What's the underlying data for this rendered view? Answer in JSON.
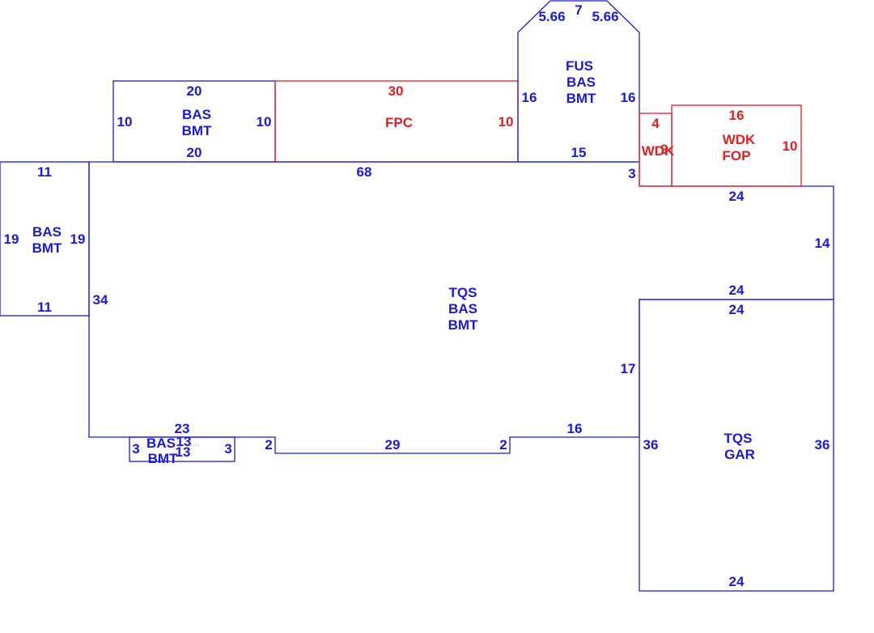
{
  "colors": {
    "structure": "#1a1ad6",
    "porch_deck": "#e02020",
    "background": "#ffffff"
  },
  "areas": {
    "main_body": [
      "TQS",
      "BAS",
      "BMT"
    ],
    "left_wing": [
      "BAS",
      "BMT"
    ],
    "top_left_box": [
      "BAS",
      "BMT"
    ],
    "porch": [
      "FPC"
    ],
    "top_right_tower": [
      "FUS",
      "BAS",
      "BMT"
    ],
    "garage": [
      "TQS",
      "GAR"
    ],
    "small_bump": [
      "BAS",
      "BMT"
    ],
    "wood_deck_large": [
      "WDK",
      "FOP"
    ],
    "wood_deck_small": [
      "WDK"
    ]
  },
  "dimensions": {
    "left_wing": {
      "top": "11",
      "bottom": "11",
      "left": "19",
      "right": "19"
    },
    "top_left_box": {
      "top": "20",
      "bottom": "20",
      "left": "10",
      "right": "10"
    },
    "porch": {
      "top": "30",
      "left": "10"
    },
    "tower": {
      "top": "7",
      "bevel_left": "5.66",
      "bevel_right": "5.66",
      "left": "16",
      "right": "16",
      "bottom": "15"
    },
    "main": {
      "top": "68",
      "left": "34",
      "step_right": "3",
      "top_right_ext": "24",
      "right_ext": "14",
      "ext_bottom": "24",
      "inner_right": "17",
      "bottom_right": "16",
      "notch_right": "2",
      "notch_bottom": "29",
      "notch_left": "2",
      "bottom_left": "23"
    },
    "garage": {
      "top": "24",
      "left": "36",
      "right": "36",
      "bottom": "24"
    },
    "bump": {
      "top": "13",
      "left": "3",
      "right": "3",
      "bottom": "13"
    },
    "deck_large": {
      "top": "16",
      "right": "10"
    },
    "deck_small": {
      "top": "4",
      "left": "9"
    }
  }
}
